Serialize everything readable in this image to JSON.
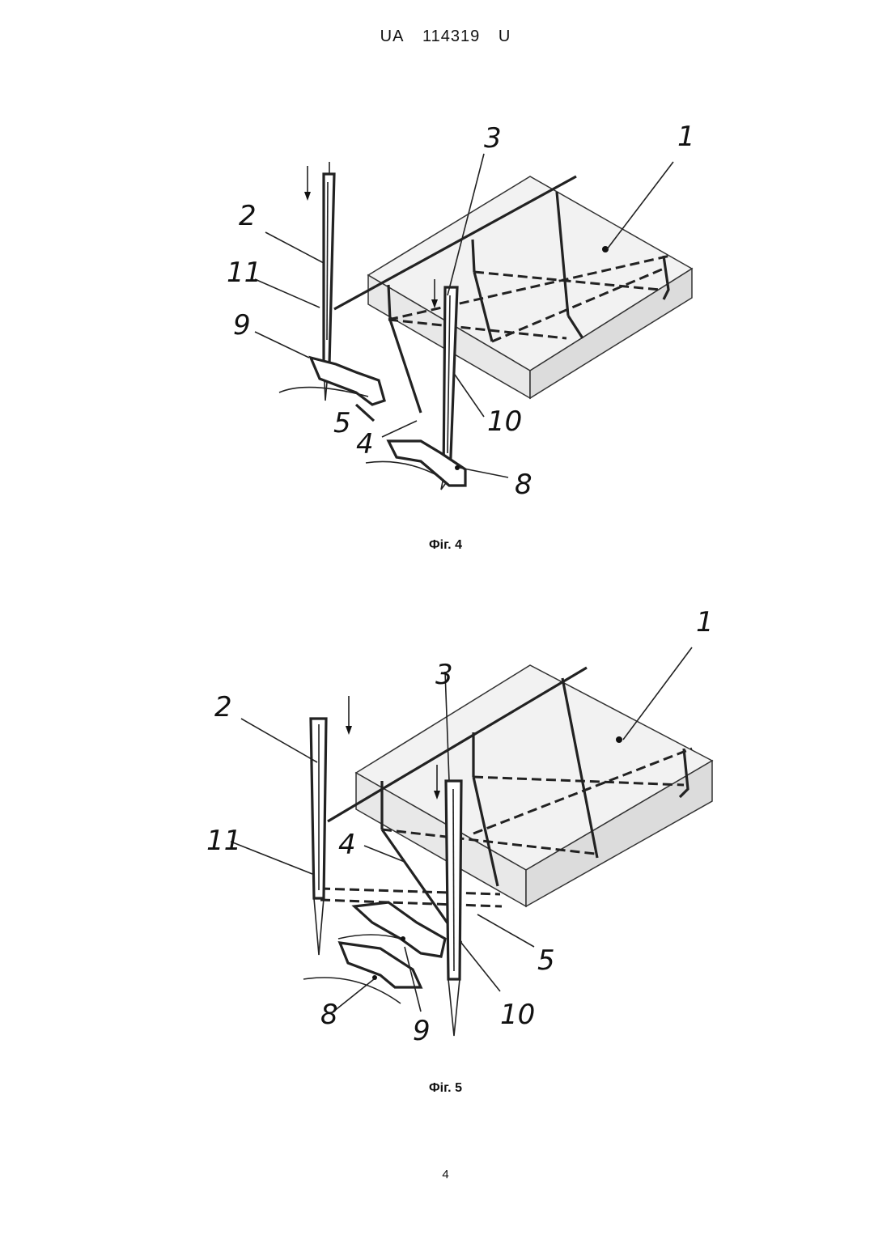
{
  "header": {
    "country": "UA",
    "number": "114319",
    "kind": "U"
  },
  "fig4": {
    "caption": "Фіг. 4",
    "refs": {
      "r1": "1",
      "r2": "2",
      "r3": "3",
      "r4": "4",
      "r5": "5",
      "r8": "8",
      "r9": "9",
      "r10": "10",
      "r11": "11"
    }
  },
  "fig5": {
    "caption": "Фіг. 5",
    "refs": {
      "r1": "1",
      "r2": "2",
      "r3": "3",
      "r4": "4",
      "r5": "5",
      "r8": "8",
      "r9": "9",
      "r10": "10",
      "r11": "11"
    }
  },
  "page_number": "4"
}
